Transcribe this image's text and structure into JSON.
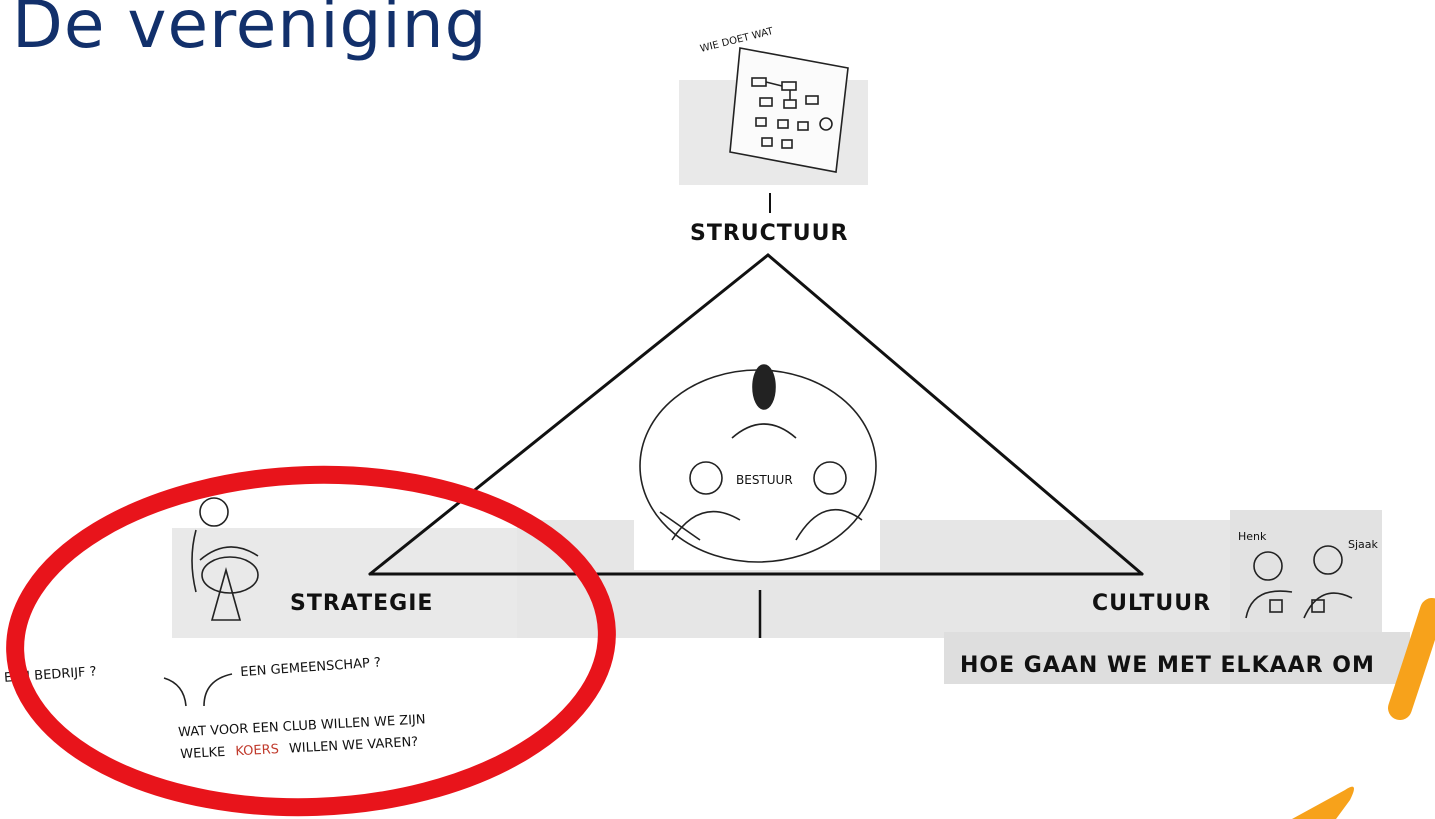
{
  "title": "De vereniging",
  "diagram": {
    "top": {
      "label": "STRUCTUUR",
      "sketch_caption": "WIE DOET WAT"
    },
    "left": {
      "label": "STRATEGIE",
      "option_a": "EEN BEDRIJF ?",
      "option_b": "EEN GEMEENSCHAP ?",
      "question_1": "WAT VOOR EEN CLUB WILLEN WE ZIJN",
      "question_2_prefix": "WELKE",
      "question_2_highlight": "KOERS",
      "question_2_suffix": "WILLEN WE VAREN?"
    },
    "center": {
      "label": "BESTUUR"
    },
    "right": {
      "label": "CULTUUR",
      "caption": "HOE GAAN WE MET ELKAAR OM",
      "person_1": "Henk",
      "person_2": "Sjaak"
    }
  },
  "colors": {
    "title": "#12306b",
    "highlight_ellipse": "#e8141b",
    "accent_orange": "#f7a21b",
    "koers_text": "#c0392b",
    "panel_gray": "#e9e9e9"
  }
}
